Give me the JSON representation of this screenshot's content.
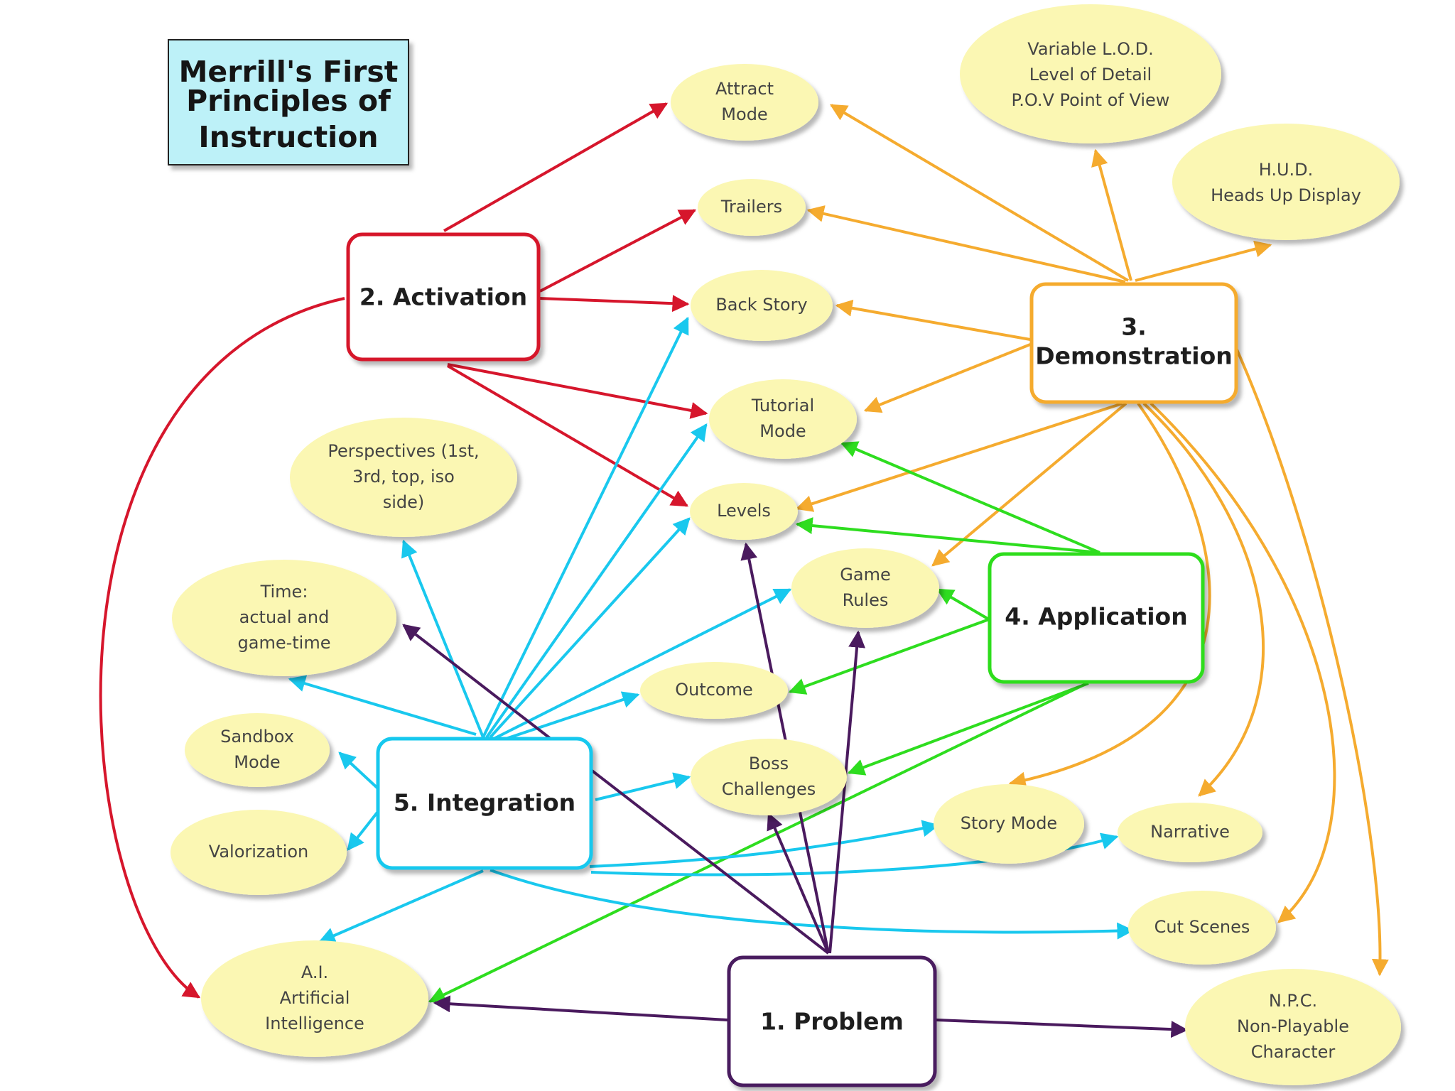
{
  "title": {
    "lines": [
      "Merrill's First",
      "Principles of",
      "Instruction"
    ]
  },
  "colors": {
    "problem": "#4a1a5e",
    "activation": "#d6162c",
    "demonstration": "#f5ab2f",
    "application": "#2edd1f",
    "integration": "#19c8ee",
    "concept_fill": "#fbf7b3",
    "title_fill": "#bdf1f8"
  },
  "principles": {
    "activation": {
      "lines": [
        "2. Activation"
      ]
    },
    "demonstration": {
      "lines": [
        "3.",
        "Demonstration"
      ]
    },
    "application": {
      "lines": [
        "4. Application"
      ]
    },
    "integration": {
      "lines": [
        "5. Integration"
      ]
    },
    "problem": {
      "lines": [
        "1. Problem"
      ]
    }
  },
  "concepts": {
    "attract_mode": {
      "lines": [
        "Attract",
        "Mode"
      ]
    },
    "variable_lod": {
      "lines": [
        "Variable L.O.D.",
        "Level of Detail",
        "P.O.V Point of View"
      ]
    },
    "hud": {
      "lines": [
        "H.U.D.",
        "Heads Up Display"
      ]
    },
    "trailers": {
      "lines": [
        "Trailers"
      ]
    },
    "back_story": {
      "lines": [
        "Back Story"
      ]
    },
    "tutorial_mode": {
      "lines": [
        "Tutorial",
        "Mode"
      ]
    },
    "perspectives": {
      "lines": [
        "Perspectives (1st,",
        "3rd, top, iso",
        "side)"
      ]
    },
    "levels": {
      "lines": [
        "Levels"
      ]
    },
    "game_rules": {
      "lines": [
        "Game",
        "Rules"
      ]
    },
    "time": {
      "lines": [
        "Time:",
        "actual and",
        "game-time"
      ]
    },
    "outcome": {
      "lines": [
        "Outcome"
      ]
    },
    "sandbox_mode": {
      "lines": [
        "Sandbox",
        "Mode"
      ]
    },
    "boss_challenges": {
      "lines": [
        "Boss",
        "Challenges"
      ]
    },
    "valorization": {
      "lines": [
        "Valorization"
      ]
    },
    "story_mode": {
      "lines": [
        "Story Mode"
      ]
    },
    "narrative": {
      "lines": [
        "Narrative"
      ]
    },
    "cut_scenes": {
      "lines": [
        "Cut Scenes"
      ]
    },
    "ai": {
      "lines": [
        "A.I.",
        "Artificial",
        "Intelligence"
      ]
    },
    "npc": {
      "lines": [
        "N.P.C.",
        "Non-Playable",
        "Character"
      ]
    }
  }
}
